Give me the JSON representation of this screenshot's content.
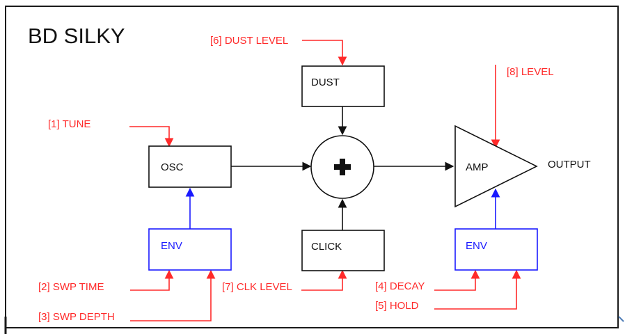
{
  "title": "BD SILKY",
  "blocks": {
    "osc": "OSC",
    "dust": "DUST",
    "click": "CLICK",
    "env_left": "ENV",
    "env_right": "ENV",
    "amp": "AMP"
  },
  "output_label": "OUTPUT",
  "params": {
    "tune": "[1] TUNE",
    "swp_time": "[2] SWP TIME",
    "swp_depth": "[3] SWP DEPTH",
    "decay": "[4] DECAY",
    "hold": "[5] HOLD",
    "dust_level": "[6] DUST LEVEL",
    "clk_level": "[7] CLK LEVEL",
    "level": "[8] LEVEL"
  },
  "colors": {
    "frame": "#1a1a1a",
    "control": "#ff2a2a",
    "modulation": "#1a1aff",
    "signal": "#111111"
  },
  "icons": {
    "mixer": "plus-icon"
  }
}
